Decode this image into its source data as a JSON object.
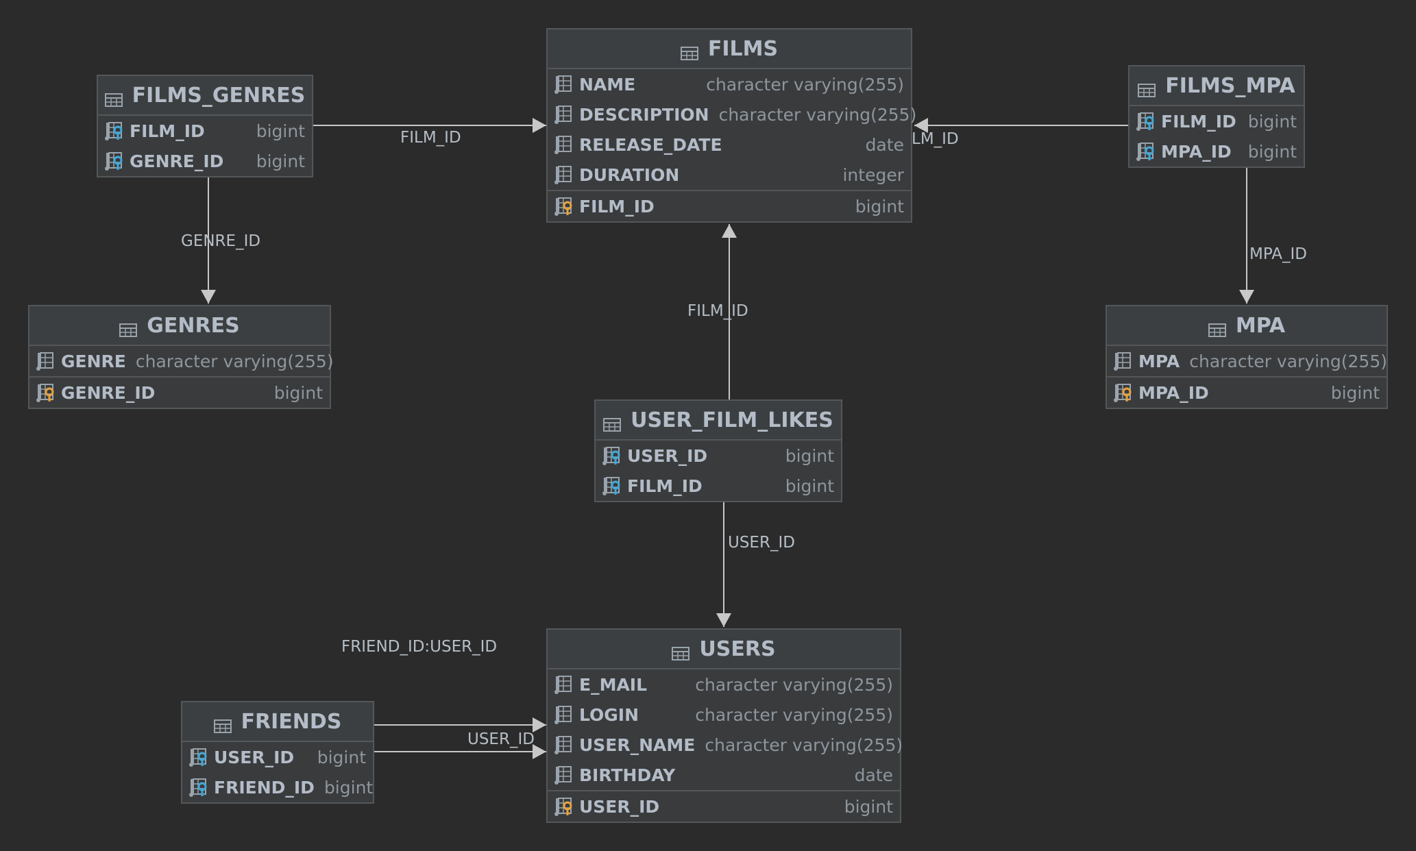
{
  "tables": {
    "films": {
      "title": "FILMS",
      "columns": [
        {
          "name": "NAME",
          "type": "character varying(255)"
        },
        {
          "name": "DESCRIPTION",
          "type": "character varying(255)"
        },
        {
          "name": "RELEASE_DATE",
          "type": "date"
        },
        {
          "name": "DURATION",
          "type": "integer"
        }
      ],
      "pk": {
        "name": "FILM_ID",
        "type": "bigint"
      }
    },
    "films_genres": {
      "title": "FILMS_GENRES",
      "columns": [
        {
          "name": "FILM_ID",
          "type": "bigint"
        },
        {
          "name": "GENRE_ID",
          "type": "bigint"
        }
      ]
    },
    "films_mpa": {
      "title": "FILMS_MPA",
      "columns": [
        {
          "name": "FILM_ID",
          "type": "bigint"
        },
        {
          "name": "MPA_ID",
          "type": "bigint"
        }
      ]
    },
    "genres": {
      "title": "GENRES",
      "columns": [
        {
          "name": "GENRE",
          "type": "character varying(255)"
        }
      ],
      "pk": {
        "name": "GENRE_ID",
        "type": "bigint"
      }
    },
    "mpa": {
      "title": "MPA",
      "columns": [
        {
          "name": "MPA",
          "type": "character varying(255)"
        }
      ],
      "pk": {
        "name": "MPA_ID",
        "type": "bigint"
      }
    },
    "user_film_likes": {
      "title": "USER_FILM_LIKES",
      "columns": [
        {
          "name": "USER_ID",
          "type": "bigint"
        },
        {
          "name": "FILM_ID",
          "type": "bigint"
        }
      ]
    },
    "users": {
      "title": "USERS",
      "columns": [
        {
          "name": "E_MAIL",
          "type": "character varying(255)"
        },
        {
          "name": "LOGIN",
          "type": "character varying(255)"
        },
        {
          "name": "USER_NAME",
          "type": "character varying(255)"
        },
        {
          "name": "BIRTHDAY",
          "type": "date"
        }
      ],
      "pk": {
        "name": "USER_ID",
        "type": "bigint"
      }
    },
    "friends": {
      "title": "FRIENDS",
      "columns": [
        {
          "name": "USER_ID",
          "type": "bigint"
        },
        {
          "name": "FRIEND_ID",
          "type": "bigint"
        }
      ]
    }
  },
  "relations": [
    {
      "from": "FILMS_GENRES",
      "to": "FILMS",
      "label": "FILM_ID"
    },
    {
      "from": "FILMS_MPA",
      "to": "FILMS",
      "label": "FILM_ID"
    },
    {
      "from": "FILMS_GENRES",
      "to": "GENRES",
      "label": "GENRE_ID"
    },
    {
      "from": "FILMS_MPA",
      "to": "MPA",
      "label": "MPA_ID"
    },
    {
      "from": "USER_FILM_LIKES",
      "to": "FILMS",
      "label": "FILM_ID"
    },
    {
      "from": "USER_FILM_LIKES",
      "to": "USERS",
      "label": "USER_ID"
    },
    {
      "from": "FRIENDS",
      "to": "USERS",
      "label": "FRIEND_ID:USER_ID"
    },
    {
      "from": "FRIENDS",
      "to": "USERS",
      "label": "USER_ID"
    }
  ],
  "colors": {
    "background": "#2b2b2b",
    "table_fill": "#393b3d",
    "border": "#54575a",
    "column_name": "#b3bcc7",
    "column_type": "#8e969d",
    "edge": "#c8c8c8",
    "pk_key": "#e8a33d",
    "fk_key": "#3fa9d8"
  },
  "icons": {
    "table": "table-grid-icon",
    "column": "column-icon",
    "foreign_key": "foreign-key-column-icon",
    "primary_key": "primary-key-column-icon"
  }
}
